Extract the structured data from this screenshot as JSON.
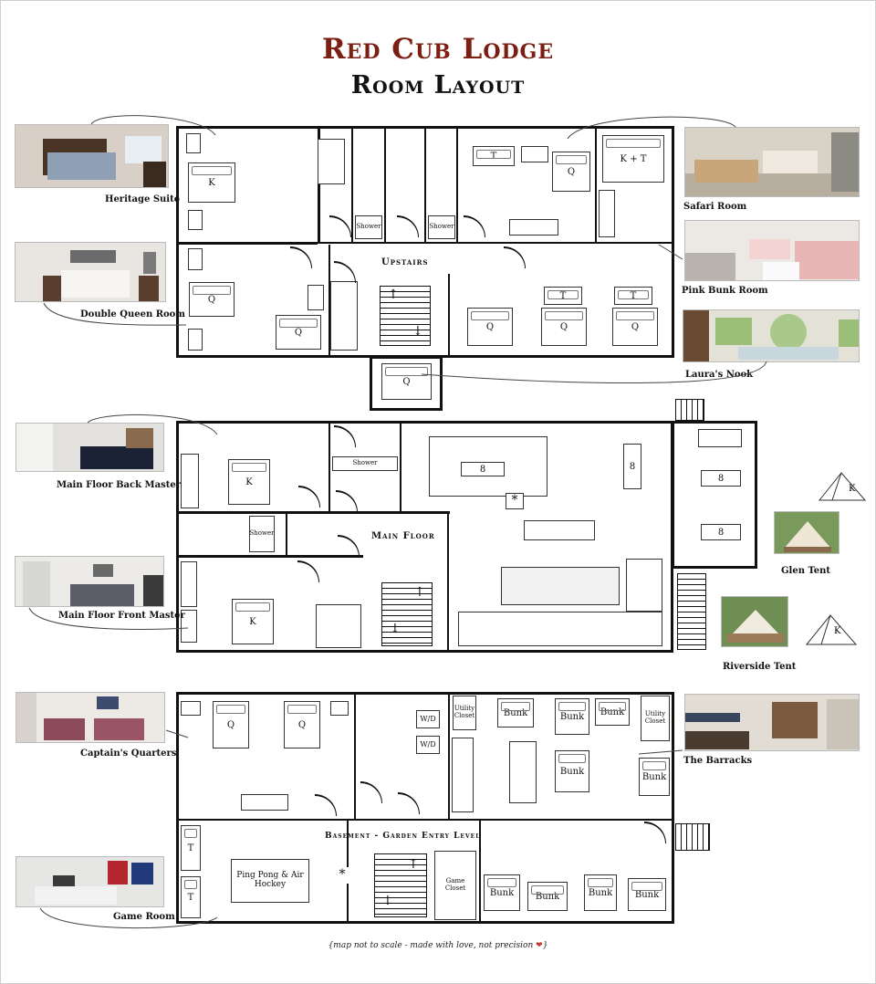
{
  "header": {
    "title": "Red Cub Lodge",
    "subtitle": "Room Layout"
  },
  "floors": {
    "upstairs": "Upstairs",
    "main": "Main Floor",
    "basement": "Basement - Garden Entry Level"
  },
  "rooms": {
    "heritage_suite": "Heritage Suite",
    "double_queen_room": "Double Queen Room",
    "safari_room": "Safari Room",
    "pink_bunk_room": "Pink Bunk Room",
    "lauras_nook": "Laura's Nook",
    "main_floor_back_master": "Main Floor Back Master",
    "main_floor_front_master": "Main Floor Front Master",
    "glen_tent": "Glen Tent",
    "riverside_tent": "Riverside Tent",
    "captains_quarters": "Captain's Quarters",
    "the_barracks": "The Barracks",
    "game_room": "Game Room"
  },
  "labels": {
    "k": "K",
    "q": "Q",
    "t": "T",
    "kt": "K + T",
    "bunk": "Bunk",
    "shower": "Shower",
    "eight": "8",
    "wd": "W/D",
    "utility_closet": "Utility Closet",
    "game_closet": "Game Closet",
    "ping_pong": "Ping Pong & Air Hockey",
    "star": "*"
  },
  "footer": {
    "note": "{map not to scale - made with love, not precision",
    "heart": "❤",
    "close": "}"
  },
  "colors": {
    "title_red": "#7a1f12",
    "ink": "#111111",
    "heart": "#c0392b"
  }
}
